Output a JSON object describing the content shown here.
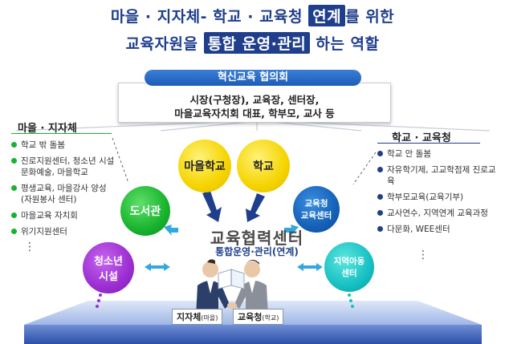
{
  "title": {
    "line1_pre": "마을 · 지자체- 학교 · 교육청",
    "line1_hl": "연계",
    "line1_post": "를 위한",
    "line2_pre": "교육자원을",
    "line2_hl": "통합 운영·관리",
    "line2_post": "하는 역할"
  },
  "council": {
    "header": "혁신교육 협의회",
    "members_line1": "시장(구청장), 교육장, 센터장,",
    "members_line2": "마을교육자치회 대표, 학부모, 교사 등"
  },
  "left_panel": {
    "title": "마을 · 지자체",
    "items": [
      "학교 밖 돌봄",
      "진로지원센터, 청소년 시설 문화예술, 마을학교",
      "평생교육, 마을강사 양성 (자원봉사 센터)",
      "마을교육 자치회",
      "위기지원센터"
    ],
    "more": "⋮"
  },
  "right_panel": {
    "title": "학교 · 교육청",
    "items": [
      "학교 안 돌봄",
      "자유학기제, 고교학점제 진로교육",
      "학부모교육(교육기부)",
      "교사연수, 지역연계 교육과정",
      "다문화, WEE센터"
    ],
    "more": "⋮"
  },
  "nodes": {
    "village_school": "마을학교",
    "school": "학교",
    "library": "도서관",
    "youth_line1": "청소년",
    "youth_line2": "시설",
    "edu_center_line1": "교육청",
    "edu_center_line2": "교육센터",
    "local_child_line1": "지역아동",
    "local_child_line2": "센터"
  },
  "center": {
    "label": "교육협력센터",
    "sub": "통합운영·관리(연계)"
  },
  "tags": {
    "local_gov": "지자체",
    "local_gov_sub": "(마을)",
    "edu_office": "교육청",
    "edu_office_sub": "(학교)"
  },
  "colors": {
    "navy": "#1f3e8c",
    "yellow": "#f5d400",
    "green": "#18b32e",
    "purple": "#9b2ed1",
    "blue": "#1560b8",
    "teal": "#16c0c2"
  }
}
